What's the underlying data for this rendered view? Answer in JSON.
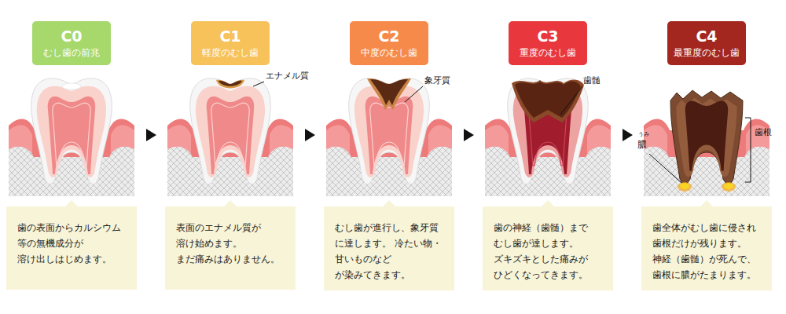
{
  "diagram": {
    "nodes": [
      {
        "text": [
          "C0",
          "むし歯の前兆"
        ]
      },
      {
        "text": [
          "C1",
          "軽度のむし歯"
        ]
      },
      {
        "text": [
          "C2",
          "中度のむし歯"
        ]
      },
      {
        "text": [
          "C3",
          "重度のむし歯"
        ]
      },
      {
        "text": [
          "C4",
          "最重度のむし歯"
        ]
      },
      {
        "text": [
          "歯の表面からカルシウム 等の無機成分が 溶け出しはじめます。"
        ]
      },
      {
        "text": [
          "表面のエナメル質が 溶け始めます。 まだ痛みはありません。"
        ]
      },
      {
        "text": [
          "むし歯が進行し、象牙質 に達します。 冷たい物・甘いものなど が染みてきます。"
        ]
      },
      {
        "text": [
          "歯の神経（歯髄）まで むし歯が達します。 ズキズキとした痛みが ひどくなってきます。"
        ]
      },
      {
        "text": [
          "歯全体がむし歯に侵され 歯根だけが残ります。 神経（歯髄）が死んで、 歯根に膿がたまります。"
        ]
      }
    ],
    "labels": [
      "エナメル質",
      "象牙質",
      "歯髄",
      "うみ",
      "膿",
      "歯根"
    ]
  }
}
